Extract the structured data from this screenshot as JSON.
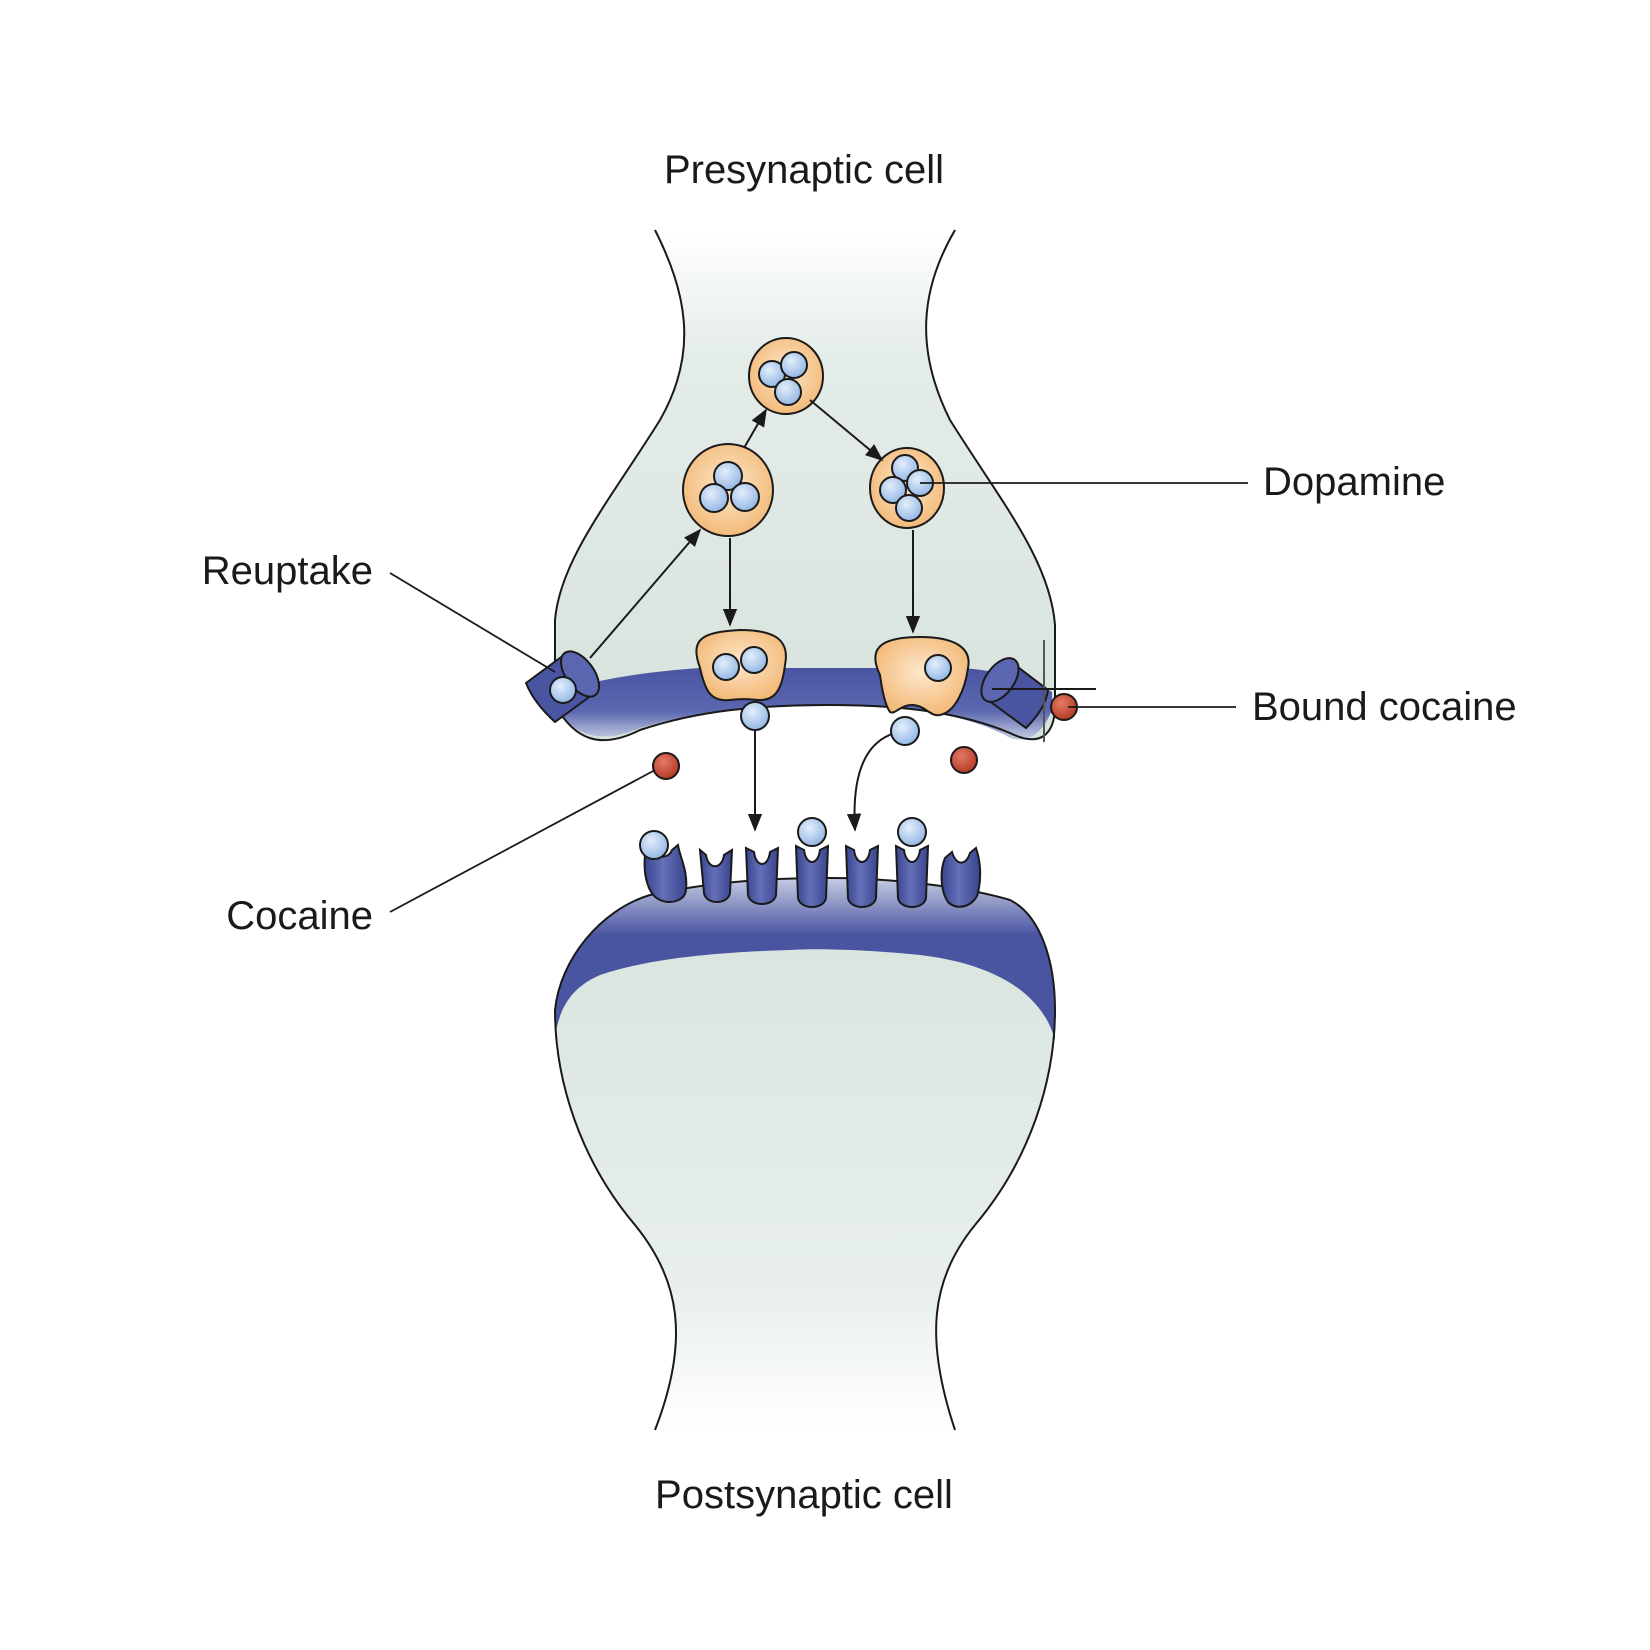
{
  "labels": {
    "presynaptic": "Presynaptic cell",
    "postsynaptic": "Postsynaptic cell",
    "dopamine": "Dopamine",
    "reuptake": "Reuptake",
    "bound_cocaine": "Bound cocaine",
    "cocaine": "Cocaine"
  },
  "colors": {
    "cell_fill": "#e3ebe7",
    "membrane": "#4a55a2",
    "vesicle": "#f6c68a",
    "dopamine": "#a9c8ee",
    "cocaine": "#c3432f",
    "outline": "#1a1a1a"
  }
}
